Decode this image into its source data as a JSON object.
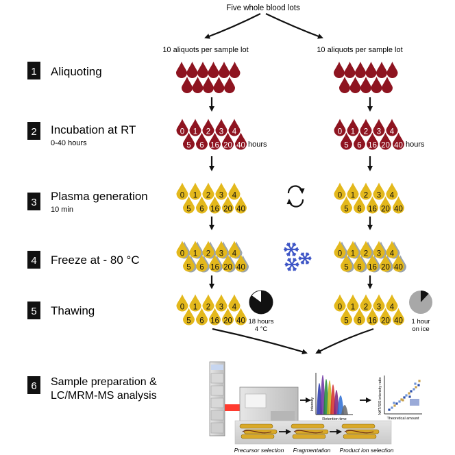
{
  "top_label": "Five whole blood lots",
  "aliquot_label": "10 aliquots per sample lot",
  "hours_unit": "hours",
  "steps": [
    {
      "num": "1",
      "title": "Aliquoting",
      "sub": ""
    },
    {
      "num": "2",
      "title": "Incubation at RT",
      "sub": "0-40 hours"
    },
    {
      "num": "3",
      "title": "Plasma generation",
      "sub": "10 min"
    },
    {
      "num": "4",
      "title": "Freeze at - 80 °C",
      "sub": ""
    },
    {
      "num": "5",
      "title": "Thawing",
      "sub": ""
    },
    {
      "num": "6",
      "title": "Sample preparation &",
      "sub": "LC/MRM-MS analysis"
    }
  ],
  "time_points": [
    "0",
    "1",
    "2",
    "3",
    "4",
    "5",
    "6",
    "16",
    "20",
    "40"
  ],
  "thaw_left": {
    "line1": "18 hours",
    "line2": "4 °C",
    "fraction": 0.85
  },
  "thaw_right": {
    "line1": "1 hour",
    "line2": "on ice",
    "fraction": 0.12
  },
  "chromatogram": {
    "ylabel": "Intensity",
    "xlabel": "Retention time"
  },
  "calibration": {
    "ylabel": "NAT/SIS intensity ratio",
    "xlabel": "Theoretical amount"
  },
  "ms_stages": [
    "Precursor selection",
    "Fragmentation",
    "Product ion selection"
  ],
  "colors": {
    "blood": "#8e1420",
    "plasma": "#e3b81c",
    "frozen": "#9aa4ae",
    "snow": "#3f56c6",
    "badge": "#111111"
  }
}
